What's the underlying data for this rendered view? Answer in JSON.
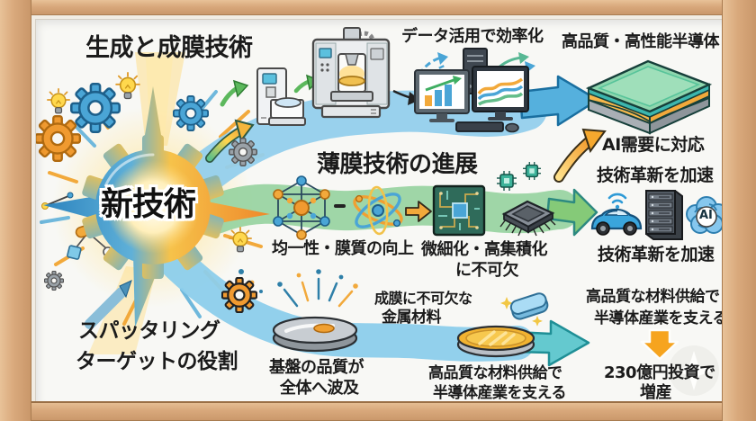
{
  "poster": {
    "center_title": "新技術",
    "top_flow": {
      "heading": "生成と成膜技術",
      "data_caption": "データ活用で効率化",
      "result_heading": "高品質・高性能半導体"
    },
    "middle_flow": {
      "heading": "薄膜技術の進展",
      "uniformity_caption": "均一性・膜質の向上",
      "miniaturization_caption_line1": "微細化・高集積化",
      "miniaturization_caption_line2": "に不可欠",
      "ai_demand_caption": "AI需要に対応",
      "innovation_caption_upper": "技術革新を加速",
      "innovation_caption_lower": "技術革新を加速",
      "ai_badge": "AI"
    },
    "bottom_flow": {
      "heading_line1": "スパッタリング",
      "heading_line2": "ターゲットの役割",
      "substrate_caption_line1": "基盤の品質が",
      "substrate_caption_line2": "全体へ波及",
      "metal_caption_line1": "成膜に不可欠な",
      "metal_caption_line2": "金属材料",
      "supply_caption_center_line1": "高品質な材料供給で",
      "supply_caption_center_line2": "半導体産業を支える",
      "supply_caption_right_line1": "高品質な材料供給で",
      "supply_caption_right_line2": "半導体産業を支える",
      "investment_caption_line1": "230億円投資で",
      "investment_caption_line2": "増産"
    },
    "icons": [
      "gear-icon",
      "lightbulb-icon",
      "coater-machine-icon",
      "deposition-machine-icon",
      "workstation-icon",
      "semiconductor-block-icon",
      "molecule-network-icon",
      "atom-icon",
      "circuit-board-icon",
      "chip-icon",
      "car-icon",
      "server-rack-icon",
      "ai-brain-icon",
      "sputtering-target-icon",
      "gold-target-icon",
      "metal-piece-icon",
      "sparkle-icon",
      "arrow-icons"
    ],
    "colors": {
      "frame_wood": "#d9a97c",
      "canvas": "#f8f8f5",
      "band_blue": "#8fcfec",
      "band_green": "#97d2a0",
      "arrow_blue": "#55b0dd",
      "arrow_green": "#85ca78",
      "arrow_teal": "#64c9cf",
      "accent_orange": "#f29a3a",
      "accent_blue": "#3f92c8",
      "text_black": "#1b1b1b"
    }
  }
}
